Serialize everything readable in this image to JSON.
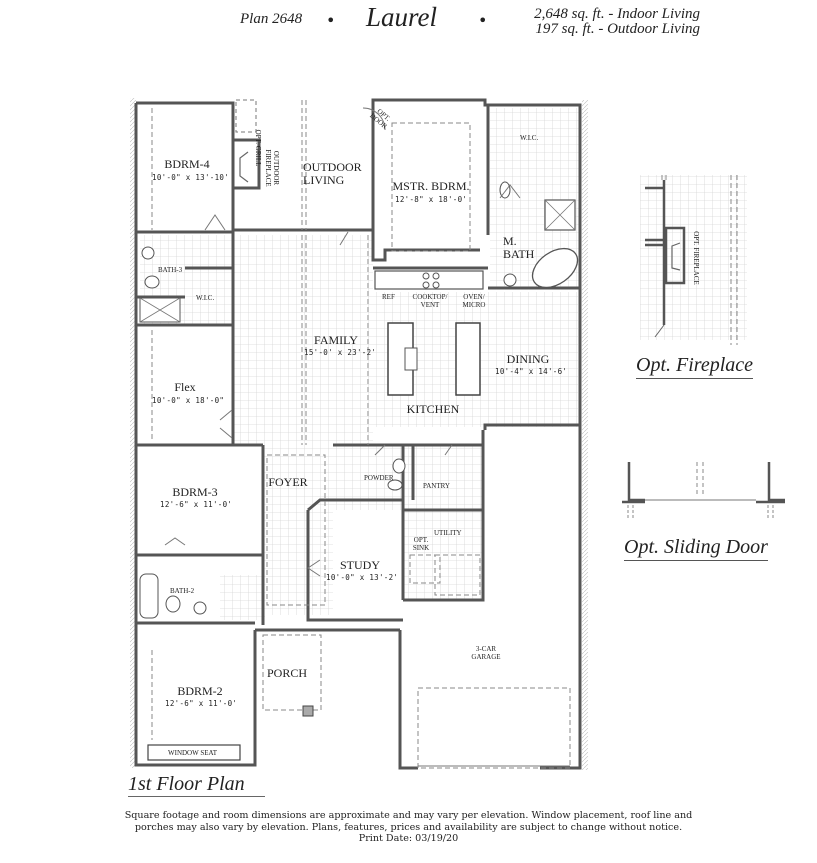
{
  "header": {
    "plan_number": "Plan 2648",
    "separator": "•",
    "plan_name": "Laurel",
    "indoor_living": "2,648 sq. ft. - Indoor Living",
    "outdoor_living": "197 sq. ft. - Outdoor Living"
  },
  "floor_plan": {
    "title": "1st Floor Plan",
    "rooms": {
      "bdrm4": {
        "label": "BDRM-4",
        "dims": "10'-0\" x 13'-10'"
      },
      "outdoor_living": {
        "label1": "OUTDOOR",
        "label2": "LIVING"
      },
      "outdoor_fireplace": "OUTDOOR FIREPLACE",
      "opt_grill": "OPT. GRILL",
      "opt_door": "OPT. DOOR",
      "master_bedroom": {
        "label": "MSTR. BDRM.",
        "dims": "12'-8\" x 18'-0'"
      },
      "master_wic": "W.I.C.",
      "master_bath": {
        "label1": "M.",
        "label2": "BATH"
      },
      "bath3": "BATH-3",
      "wic": "W.I.C.",
      "flex": {
        "label": "Flex",
        "dims": "10'-0\" x 18'-0\""
      },
      "family": {
        "label": "FAMILY",
        "dims": "15'-0' x 23'-2'"
      },
      "ref": "REF",
      "cooktop": "COOKTOP/ VENT",
      "oven": "OVEN/ MICRO",
      "kitchen": "KITCHEN",
      "dining": {
        "label": "DINING",
        "dims": "10'-4\" x 14'-6'"
      },
      "bdrm3": {
        "label": "BDRM-3",
        "dims": "12'-6\" x 11'-0'"
      },
      "foyer": "FOYER",
      "powder": "POWDER",
      "pantry": "PANTRY",
      "utility": "UTILITY",
      "opt_sink": "OPT. SINK",
      "study": {
        "label": "STUDY",
        "dims": "10'-0\" x 13'-2'"
      },
      "bath2": "BATH-2",
      "porch": "PORCH",
      "garage": {
        "label1": "3-CAR",
        "label2": "GARAGE"
      },
      "bdrm2": {
        "label": "BDRM-2",
        "dims": "12'-6\" x 11'-0'"
      },
      "window_seat": "WINDOW SEAT"
    }
  },
  "options": {
    "fireplace": {
      "title": "Opt. Fireplace",
      "label": "OPT. FIREPLACE"
    },
    "sliding_door": {
      "title": "Opt. Sliding Door"
    }
  },
  "footer": {
    "line1": "Square footage and room dimensions are approximate and may vary per elevation. Window placement, roof line and",
    "line2": "porches may also vary by elevation. Plans, features, prices and availability are subject to change without notice.",
    "line3": "Print Date: 03/19/20"
  },
  "colors": {
    "wall": "#555555",
    "wall_fill": "#9a9a9a",
    "grid": "#d4d4d4",
    "text": "#222222"
  }
}
